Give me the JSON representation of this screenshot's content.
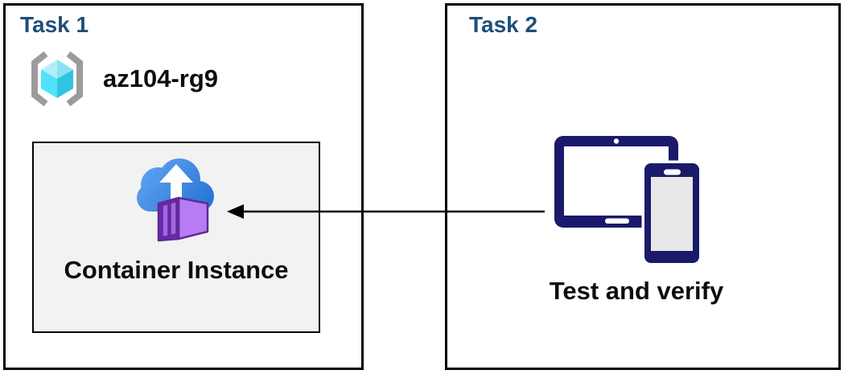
{
  "task1": {
    "title": "Task 1",
    "resource_group": {
      "icon": "resource-group-icon",
      "name": "az104-rg9"
    },
    "container_instance": {
      "icon": "container-instance-icon",
      "label": "Container Instance"
    }
  },
  "task2": {
    "title": "Task 2",
    "devices": {
      "icon": "devices-icon",
      "label": "Test and verify"
    }
  },
  "arrow": {
    "from": "devices-icon",
    "to": "container-instance-icon",
    "direction": "right-to-left"
  },
  "colors": {
    "heading_blue": "#1F4E79",
    "text_black": "#0D0D0D",
    "box_border": "#000000",
    "panel_fill": "#F2F2F2",
    "device_navy": "#1A1A6B",
    "device_screen_gray": "#E8E8E8",
    "cloud_blue_light": "#5FA3F0",
    "cloud_blue_dark": "#2470D4",
    "container_purple_dark": "#6B24B8",
    "container_purple_panel": "#A366E0",
    "container_purple_light": "#B77CF3",
    "container_purple_outline": "#5C2D91",
    "cube_pale": "#B5EDFA",
    "cube_medium_pale": "#8BE1F4",
    "cube_bright": "#4FE3FB",
    "cube_dark": "#30C3E2",
    "bracket_gray": "#9B9B9B"
  }
}
